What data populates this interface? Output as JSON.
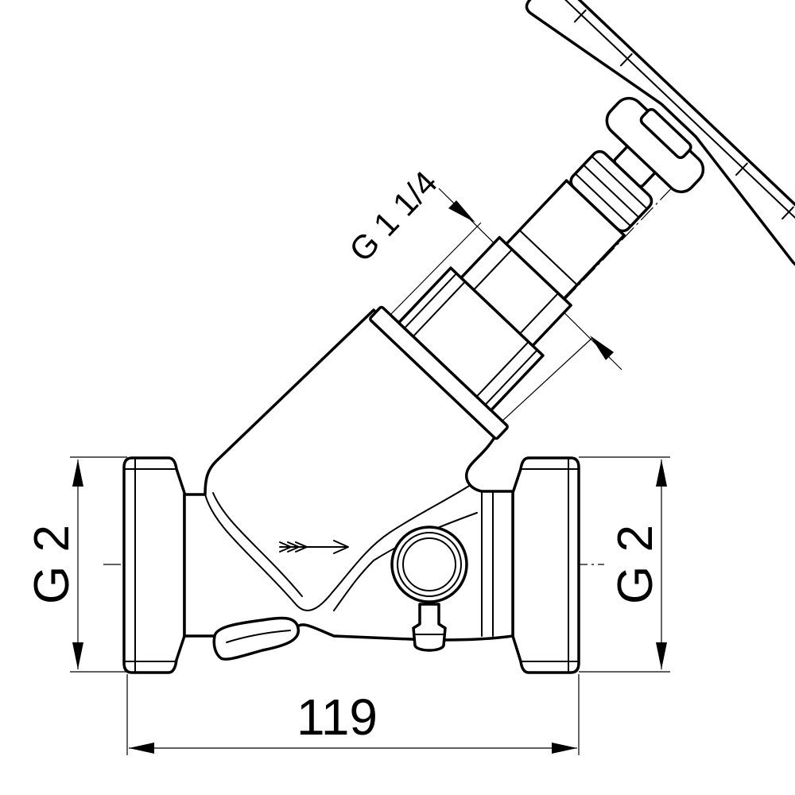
{
  "drawing": {
    "subject": "angle-seat valve with handwheel",
    "dimensions": {
      "overall_length": "119",
      "left_thread": "G 2",
      "right_thread": "G 2",
      "bonnet_thread": "G 1 1/4"
    },
    "colors": {
      "line": "#000000",
      "background": "#ffffff"
    }
  }
}
